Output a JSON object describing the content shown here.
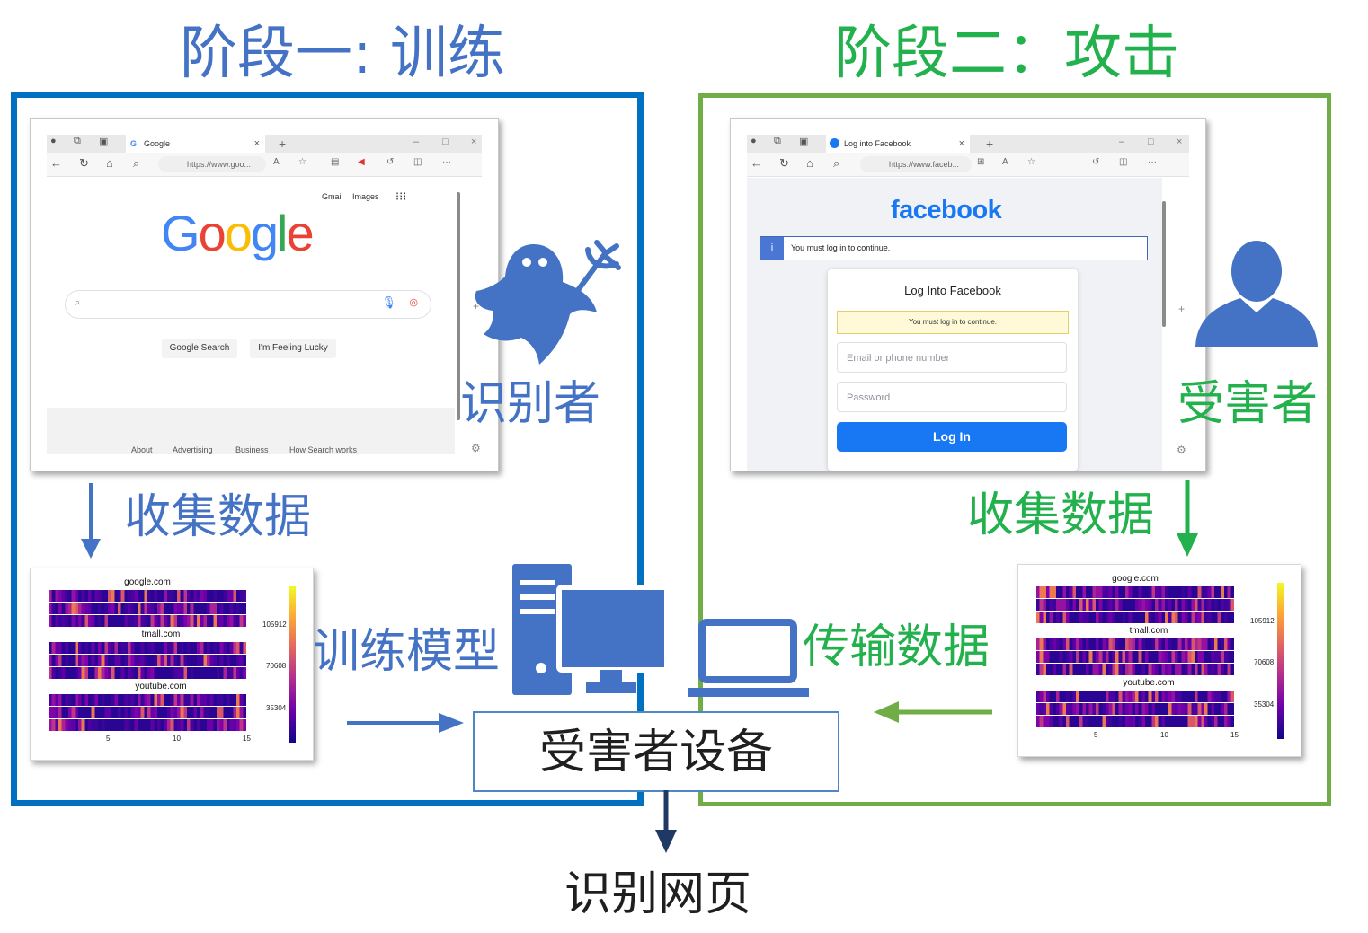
{
  "stage1": {
    "title": "阶段一: 训练"
  },
  "stage2": {
    "title": "阶段二：攻击"
  },
  "roles": {
    "identifier": "识别者",
    "victim": "受害者"
  },
  "steps": {
    "collect_left": "收集数据",
    "collect_right": "收集数据",
    "train_model": "训练模型",
    "transfer_data": "传输数据"
  },
  "device_label": "受害者设备",
  "output_label": "识别网页",
  "google_browser": {
    "tab_title": "Google",
    "url": "https://www.goo...",
    "top_links": [
      "Gmail",
      "Images"
    ],
    "logo": "Google",
    "buttons": [
      "Google Search",
      "I'm Feeling Lucky"
    ],
    "footer_links": [
      "About",
      "Advertising",
      "Business",
      "How Search works"
    ]
  },
  "facebook_browser": {
    "tab_title": "Log into Facebook",
    "url": "https://www.faceb...",
    "logo": "facebook",
    "alert": "You must log in to continue.",
    "card_title": "Log Into Facebook",
    "warning": "You must log in to continue.",
    "email_placeholder": "Email or phone number",
    "password_placeholder": "Password",
    "login_button": "Log In"
  },
  "heatmap_left": {
    "groups": [
      "google.com",
      "tmall.com",
      "youtube.com"
    ],
    "x_ticks": [
      "5",
      "10",
      "15"
    ],
    "colorbar_ticks": [
      "105912",
      "70608",
      "35304"
    ]
  },
  "heatmap_right": {
    "groups": [
      "google.com",
      "tmall.com",
      "youtube.com"
    ],
    "x_ticks": [
      "5",
      "10",
      "15"
    ],
    "colorbar_ticks": [
      "105912",
      "70608",
      "35304"
    ]
  },
  "colors": {
    "stage1": "#4472c4",
    "stage1_border": "#0070c0",
    "stage2": "#22b14c",
    "stage2_border": "#70ad47",
    "icon": "#4472c4",
    "output_arrow": "#1f3864"
  },
  "icons": [
    "ghost-trident-icon",
    "person-icon",
    "desktop-computer-icon",
    "laptop-icon"
  ]
}
